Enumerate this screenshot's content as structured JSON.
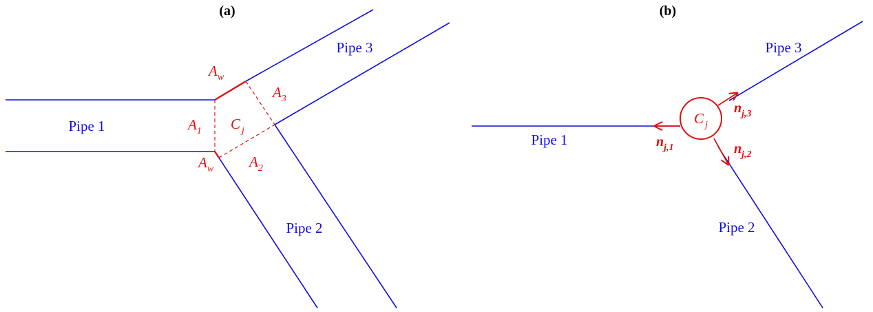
{
  "panels": {
    "a": {
      "label": "(a)"
    },
    "b": {
      "label": "(b)"
    }
  },
  "colors": {
    "pipe": "#1010dd",
    "junction": "#e01010",
    "text": "#000000"
  },
  "diagram_a": {
    "pipe1": "Pipe 1",
    "pipe2": "Pipe 2",
    "pipe3": "Pipe 3",
    "A_base": "A",
    "w_sub": "w",
    "s1": "1",
    "s2": "2",
    "s3": "3",
    "C_base": "C",
    "j_sub": "j"
  },
  "diagram_b": {
    "pipe1": "Pipe 1",
    "pipe2": "Pipe 2",
    "pipe3": "Pipe 3",
    "C_base": "C",
    "j_sub": "j",
    "n_base": "n",
    "n1_sub": "j,1",
    "n2_sub": "j,2",
    "n3_sub": "j,3"
  }
}
